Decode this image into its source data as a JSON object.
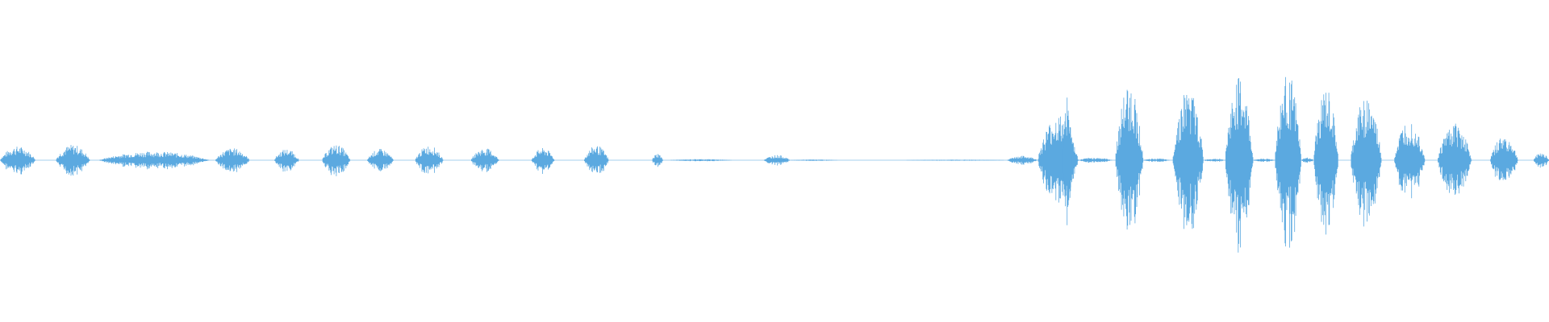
{
  "waveform": {
    "color": "#5ba9e0",
    "background": "#ffffff",
    "duration": 1,
    "amplitude_range": [
      -1,
      1
    ],
    "segments": [
      {
        "name": "burst-1",
        "start": 0.0,
        "end": 0.023,
        "peak": 0.16
      },
      {
        "name": "burst-2",
        "start": 0.036,
        "end": 0.058,
        "peak": 0.18
      },
      {
        "name": "burst-3",
        "start": 0.064,
        "end": 0.135,
        "peak": 0.1
      },
      {
        "name": "burst-4",
        "start": 0.139,
        "end": 0.161,
        "peak": 0.14
      },
      {
        "name": "burst-5",
        "start": 0.177,
        "end": 0.193,
        "peak": 0.13
      },
      {
        "name": "burst-6",
        "start": 0.208,
        "end": 0.226,
        "peak": 0.18
      },
      {
        "name": "burst-7",
        "start": 0.237,
        "end": 0.254,
        "peak": 0.13
      },
      {
        "name": "burst-8",
        "start": 0.268,
        "end": 0.286,
        "peak": 0.17
      },
      {
        "name": "burst-9",
        "start": 0.304,
        "end": 0.322,
        "peak": 0.14
      },
      {
        "name": "burst-10",
        "start": 0.343,
        "end": 0.358,
        "peak": 0.14
      },
      {
        "name": "burst-11",
        "start": 0.377,
        "end": 0.393,
        "peak": 0.17
      },
      {
        "name": "blip-1",
        "start": 0.421,
        "end": 0.428,
        "peak": 0.08
      },
      {
        "name": "tail-1",
        "start": 0.432,
        "end": 0.473,
        "peak": 0.012
      },
      {
        "name": "burst-12",
        "start": 0.493,
        "end": 0.51,
        "peak": 0.06
      },
      {
        "name": "tail-2",
        "start": 0.51,
        "end": 0.541,
        "peak": 0.008
      },
      {
        "name": "tail-3",
        "start": 0.584,
        "end": 0.65,
        "peak": 0.006
      },
      {
        "name": "blip-2",
        "start": 0.65,
        "end": 0.67,
        "peak": 0.05
      },
      {
        "name": "burst-13",
        "start": 0.67,
        "end": 0.696,
        "peak": 0.52
      },
      {
        "name": "spike-1",
        "start": 0.686,
        "end": 0.692,
        "peak": 0.78
      },
      {
        "name": "tail-4",
        "start": 0.696,
        "end": 0.718,
        "peak": 0.03
      },
      {
        "name": "burst-14",
        "start": 0.72,
        "end": 0.738,
        "peak": 0.88
      },
      {
        "name": "tail-5",
        "start": 0.738,
        "end": 0.755,
        "peak": 0.02
      },
      {
        "name": "burst-15",
        "start": 0.757,
        "end": 0.777,
        "peak": 0.84
      },
      {
        "name": "tail-6",
        "start": 0.777,
        "end": 0.791,
        "peak": 0.02
      },
      {
        "name": "burst-16",
        "start": 0.791,
        "end": 0.809,
        "peak": 0.95
      },
      {
        "name": "tail-7",
        "start": 0.809,
        "end": 0.823,
        "peak": 0.02
      },
      {
        "name": "burst-17",
        "start": 0.823,
        "end": 0.84,
        "peak": 1.0
      },
      {
        "name": "tail-8",
        "start": 0.84,
        "end": 0.848,
        "peak": 0.03
      },
      {
        "name": "burst-18",
        "start": 0.848,
        "end": 0.864,
        "peak": 0.82
      },
      {
        "name": "burst-19",
        "start": 0.872,
        "end": 0.892,
        "peak": 0.74
      },
      {
        "name": "burst-20",
        "start": 0.9,
        "end": 0.92,
        "peak": 0.48
      },
      {
        "name": "burst-21",
        "start": 0.928,
        "end": 0.95,
        "peak": 0.44
      },
      {
        "name": "burst-22",
        "start": 0.962,
        "end": 0.98,
        "peak": 0.28
      },
      {
        "name": "burst-23",
        "start": 0.99,
        "end": 1.0,
        "peak": 0.09
      }
    ]
  }
}
